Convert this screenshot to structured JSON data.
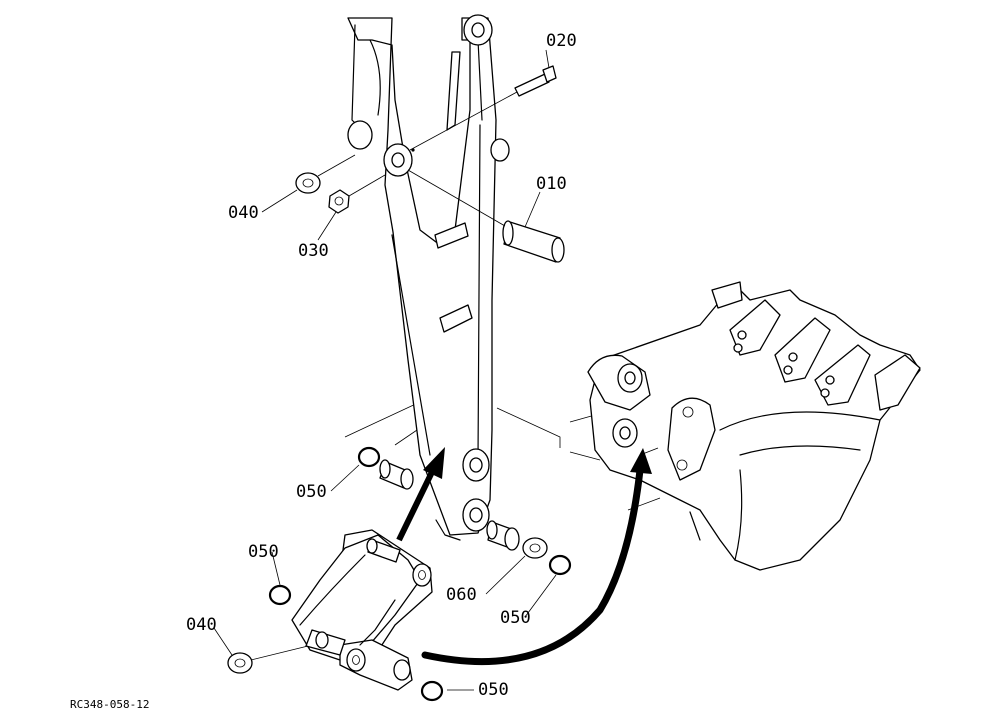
{
  "callouts": {
    "c010": "010",
    "c020": "020",
    "c030": "030",
    "c040_top": "040",
    "c040_bottom": "040",
    "c050_left": "050",
    "c050_mid": "050",
    "c050_right": "050",
    "c050_bottom": "050",
    "c060": "060"
  },
  "reference_code": "RC348-058-12"
}
